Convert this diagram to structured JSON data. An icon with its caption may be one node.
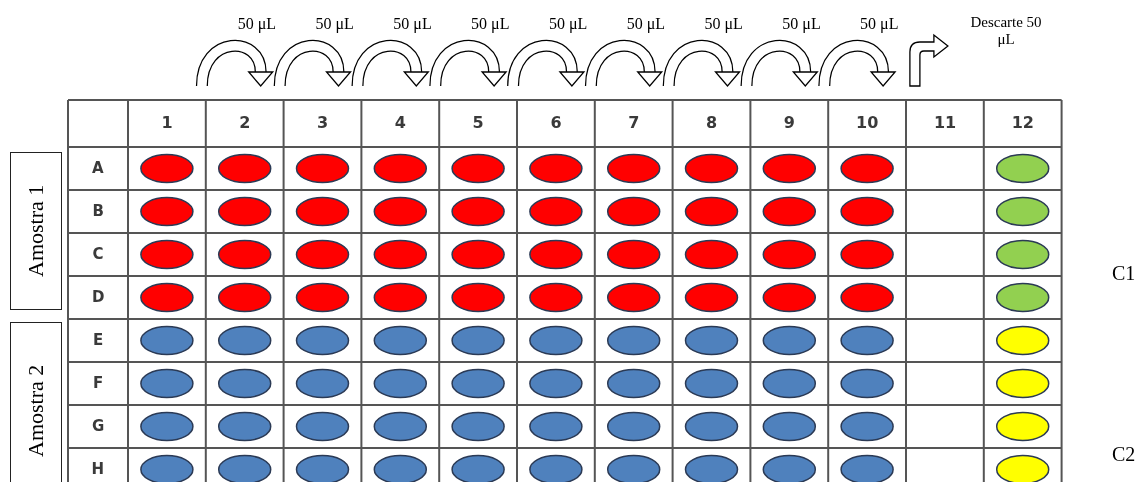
{
  "diagram": {
    "nodes": [
      {
        "text": [
          "Amostra 1"
        ]
      },
      {
        "text": [
          "Amostra 2"
        ]
      }
    ],
    "labels": [
      "50 μL",
      "50 μL",
      "50 μL",
      "50 μL",
      "50 μL",
      "50 μL",
      "50 μL",
      "50 μL",
      "50 μL",
      "Descarte 50 μL",
      "1",
      "2",
      "3",
      "4",
      "5",
      "6",
      "7",
      "8",
      "9",
      "10",
      "11",
      "12",
      "A",
      "B",
      "C",
      "D",
      "E",
      "F",
      "G",
      "H",
      "C1",
      "C2"
    ]
  }
}
